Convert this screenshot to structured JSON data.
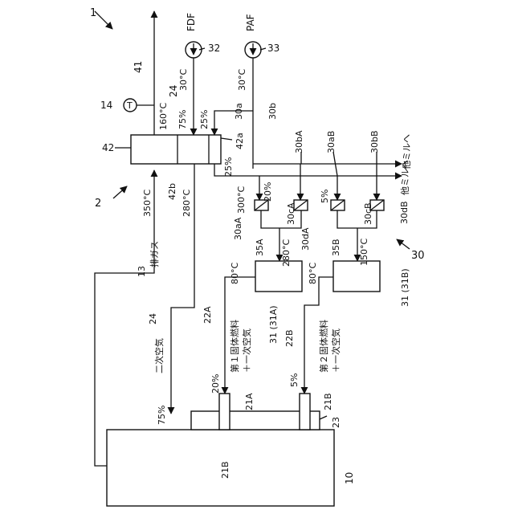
{
  "labels": {
    "fig_ref": "1",
    "fdf": "FDF",
    "paf": "PAF",
    "n41": "41",
    "n32": "32",
    "n33": "33",
    "n24a": "24",
    "n14": "14",
    "t_sensor": "T",
    "t160": "160°C",
    "t30_fdf": "30°C",
    "t30_paf": "30°C",
    "p75a": "75%",
    "p25a": "25%",
    "n30a": "30a",
    "n30b": "30b",
    "n42a": "42a",
    "n42": "42",
    "n42b": "42b",
    "t350": "350°C",
    "t280a": "280°C",
    "p25b": "25%",
    "n2": "2",
    "n30bA": "30bA",
    "n30aB": "30aB",
    "n30bB": "30bB",
    "to_mill1": "他ミルへ",
    "to_mill2": "他ミルへ",
    "t300": "300°C",
    "p20a": "20%",
    "p5a": "5%",
    "n30cA": "30cA",
    "n30cB": "30cB",
    "n30aA": "30aA",
    "n30dA": "30dA",
    "n30dB": "30dB",
    "n35A": "35A",
    "t280b": "280°C",
    "n35B": "35B",
    "t150": "150°C",
    "n30": "30",
    "gas": "排ガス",
    "n13": "13",
    "t80a": "80°C",
    "t80b": "80°C",
    "n31A": "31 (31A)",
    "n31B": "31 (31B)",
    "n24b": "24",
    "n22A": "22A",
    "n22B": "22B",
    "fuel1": "第１固体燃料",
    "prim1": "＋一次空気",
    "fuel2": "第２固体燃料",
    "prim2": "＋一次空気",
    "secondary": "二次空気",
    "p20b": "20%",
    "p5b": "5%",
    "n21A_top": "21A",
    "n21B_top": "21B",
    "p75b": "75%",
    "n23": "23",
    "n21B_bottom": "21B",
    "n10": "10"
  }
}
